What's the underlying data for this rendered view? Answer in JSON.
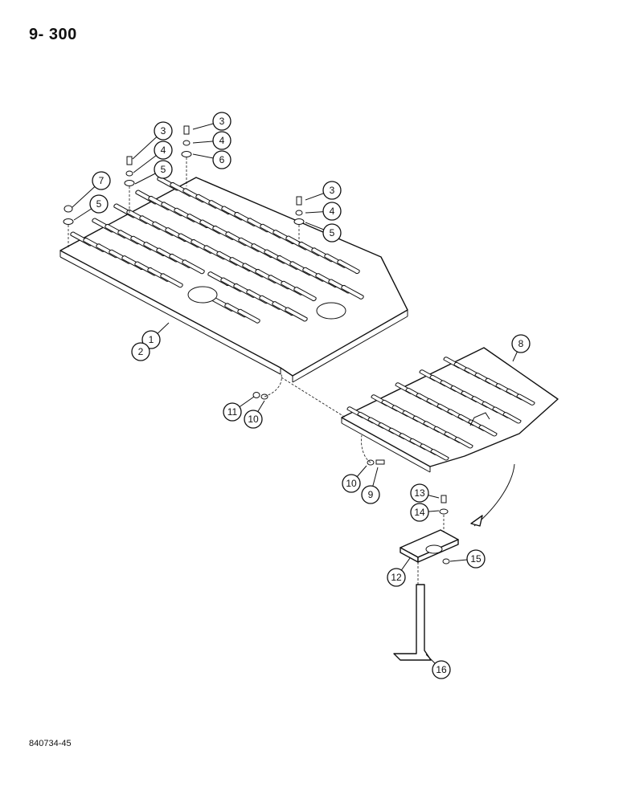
{
  "header": {
    "page_number": "9- 300"
  },
  "footer": {
    "figure_code": "840734-45"
  },
  "callouts": [
    "3",
    "4",
    "5",
    "7",
    "5",
    "3",
    "4",
    "6",
    "3",
    "4",
    "5",
    "1",
    "2",
    "11",
    "10",
    "8",
    "10",
    "9",
    "13",
    "14",
    "15",
    "12",
    "16"
  ]
}
